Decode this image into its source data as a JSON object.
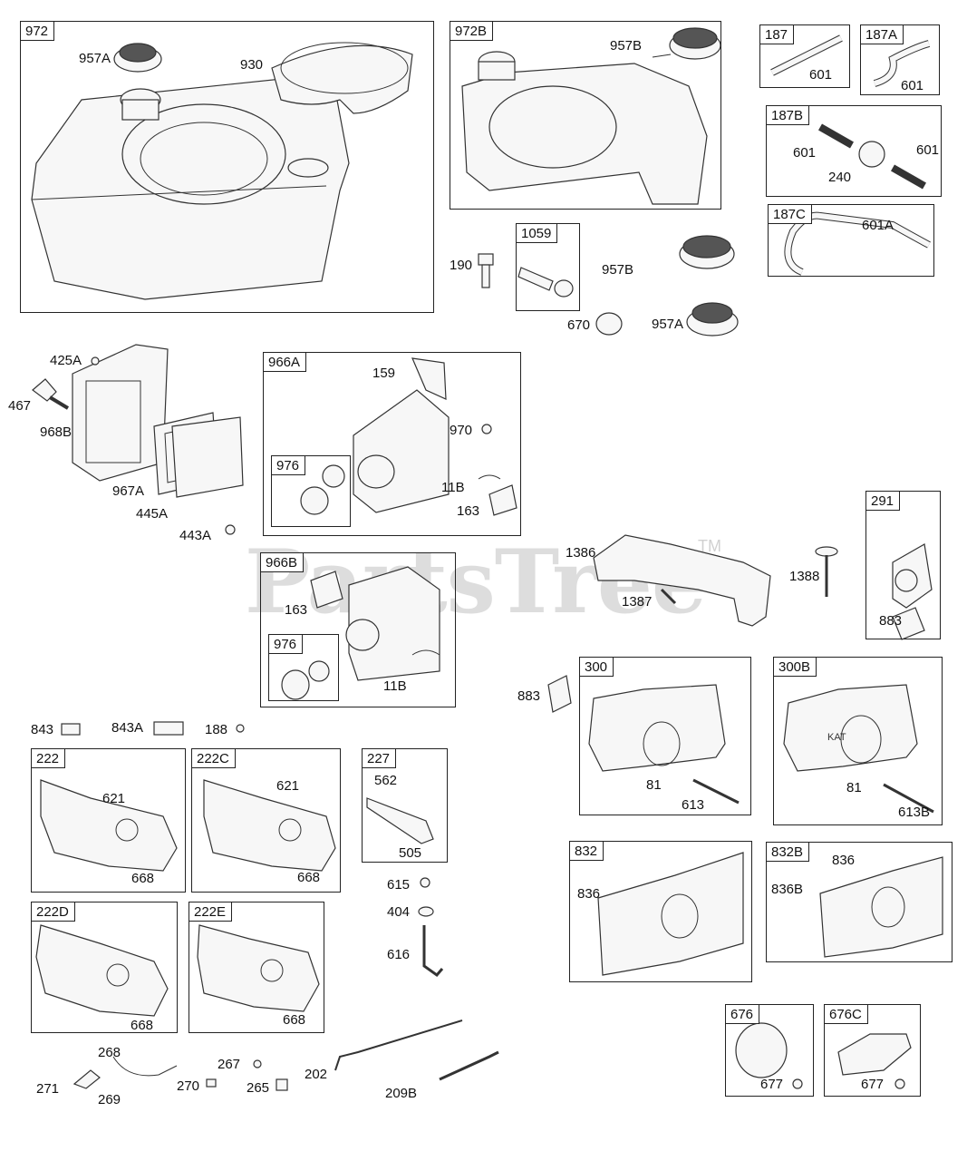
{
  "watermark": {
    "text": "PartsTree",
    "tm": "TM"
  },
  "boxes": {
    "b972": "972",
    "b972B": "972B",
    "b187": "187",
    "b187A": "187A",
    "b187B": "187B",
    "b187C": "187C",
    "b1059": "1059",
    "b966A": "966A",
    "b976a": "976",
    "b966B": "966B",
    "b976b": "976",
    "b291": "291",
    "b300": "300",
    "b300B": "300B",
    "b222": "222",
    "b222C": "222C",
    "b227": "227",
    "b832": "832",
    "b832B": "832B",
    "b222D": "222D",
    "b222E": "222E",
    "b676": "676",
    "b676C": "676C"
  },
  "labels": {
    "l957A_1": "957A",
    "l930": "930",
    "l957B_1": "957B",
    "l601_1": "601",
    "l601_2": "601",
    "l601_3": "601",
    "l601_4": "601",
    "l240": "240",
    "l601A": "601A",
    "l190": "190",
    "l957B_2": "957B",
    "l670": "670",
    "l957A_2": "957A",
    "l425A": "425A",
    "l467": "467",
    "l968B": "968B",
    "l967A": "967A",
    "l445A": "445A",
    "l443A": "443A",
    "l159": "159",
    "l970": "970",
    "l11B_1": "11B",
    "l163_1": "163",
    "l1386": "1386",
    "l1387": "1387",
    "l1388": "1388",
    "l883_1": "883",
    "l163_2": "163",
    "l11B_2": "11B",
    "l883_2": "883",
    "l843": "843",
    "l843A": "843A",
    "l188": "188",
    "l621_1": "621",
    "l668_1": "668",
    "l621_2": "621",
    "l668_2": "668",
    "l562": "562",
    "l505": "505",
    "l81_1": "81",
    "l613": "613",
    "l81_2": "81",
    "l613B": "613B",
    "l615": "615",
    "l404": "404",
    "l616": "616",
    "l836_1": "836",
    "l836_2": "836",
    "l836B": "836B",
    "l668_3": "668",
    "l668_4": "668",
    "l268": "268",
    "l267": "267",
    "l271": "271",
    "l269": "269",
    "l270": "270",
    "l265": "265",
    "l202": "202",
    "l209B": "209B",
    "l677_1": "677",
    "l677_2": "677"
  },
  "art_text": {
    "kat": "KAT"
  }
}
